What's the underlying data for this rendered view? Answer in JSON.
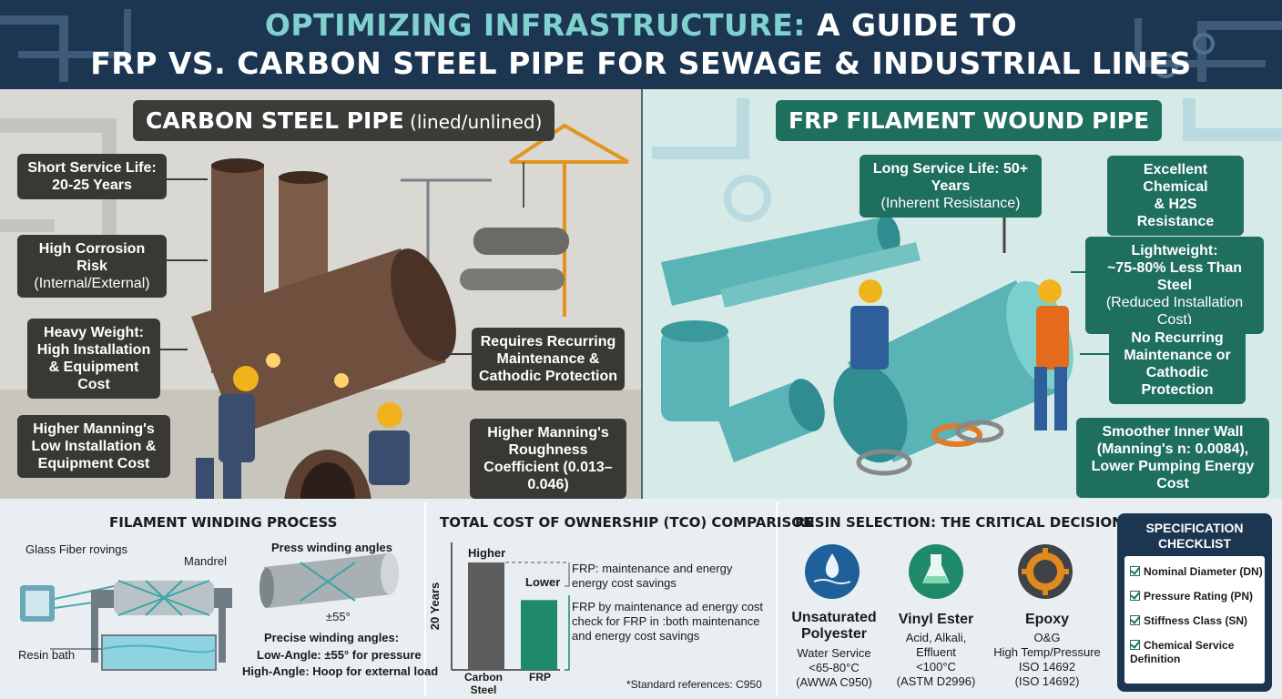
{
  "header": {
    "title_accent": "OPTIMIZING INFRASTRUCTURE:",
    "title_rest": " A GUIDE TO",
    "subtitle": "FRP VS. CARBON STEEL PIPE FOR SEWAGE & INDUSTRIAL LINES"
  },
  "carbon": {
    "title": "CARBON STEEL PIPE",
    "title_suffix": " (lined/unlined)",
    "callouts": [
      {
        "main": "Short Service Life:",
        "sub": "20-25 Years"
      },
      {
        "main": "High Corrosion Risk",
        "sub": "(Internal/External)"
      },
      {
        "main": "Heavy Weight:",
        "sub": "High Installation & Equipment Cost"
      },
      {
        "main": "Higher Manning's",
        "sub": "Low Installation & Equipment Cost"
      },
      {
        "main": "Requires Recurring",
        "sub": "Maintenance & Cathodic Protection"
      },
      {
        "main": "Higher Manning's",
        "sub": "Roughness Coefficient (0.013–0.046)"
      }
    ]
  },
  "frp": {
    "title": "FRP FILAMENT WOUND PIPE",
    "callouts": [
      {
        "main": "Long Service Life: 50+ Years",
        "sub": "(Inherent Resistance)"
      },
      {
        "main": "Excellent Chemical",
        "sub": "& H2S Resistance"
      },
      {
        "main": "Lightweight:",
        "sub": "~75-80% Less Than Steel",
        "note": "(Reduced Installation Cost)"
      },
      {
        "main": "No Recurring",
        "sub": "Maintenance or Cathodic Protection"
      },
      {
        "main": "Smoother Inner Wall",
        "sub": "(Manning's n: 0.0084),",
        "note": "Lower Pumping Energy Cost"
      }
    ]
  },
  "winding": {
    "title": "FILAMENT WINDING PROCESS",
    "glass_label": "Glass Fiber rovings",
    "mandrel_label": "Mandrel",
    "resin_label": "Resin bath",
    "angles_title": "Press winding angles",
    "angle_value": "±55°",
    "precise_title": "Precise winding angles:",
    "low_angle": "Low-Angle: ±55° for pressure",
    "high_angle": "High-Angle: Hoop for external load"
  },
  "tco": {
    "title": "TOTAL COST OF OWNERSHIP (TCO) COMPARISON",
    "ylabel": "20 Years",
    "higher_label": "Higher",
    "lower_label": "Lower",
    "note1": "FRP: maintenance and energy energy cost savings",
    "note2": "FRP by maintenance ad energy cost check for FRP in :both maintenance and energy cost savings",
    "reference": "*Standard references: C950",
    "colors": {
      "carbon": "#5d5d5d",
      "frp": "#1e8a6a"
    }
  },
  "chart_data": {
    "type": "bar",
    "categories": [
      "Carbon Steel",
      "FRP"
    ],
    "values": [
      100,
      65
    ],
    "title": "TOTAL COST OF OWNERSHIP (TCO) COMPARISON",
    "xlabel": "",
    "ylabel": "20 Years",
    "grid": false
  },
  "resin": {
    "title": "RESIN SELECTION: THE CRITICAL DECISION",
    "items": [
      {
        "name": "Unsaturated Polyester",
        "desc": [
          "Water Service",
          "<65-80°C",
          "(AWWA C950)"
        ],
        "icon": "water-drop-icon",
        "color": "#1f5f9a"
      },
      {
        "name": "Vinyl Ester",
        "desc": [
          "Acid, Alkali,",
          "Effluent",
          "<100°C",
          "(ASTM D2996)"
        ],
        "icon": "flask-icon",
        "color": "#1f8a6a"
      },
      {
        "name": "Epoxy",
        "desc": [
          "O&G",
          "High Temp/Pressure",
          "ISO 14692",
          "(ISO 14692)"
        ],
        "icon": "gear-icon",
        "color": "#e08a1e"
      }
    ]
  },
  "checklist": {
    "title": "SPECIFICATION CHECKLIST",
    "items": [
      "Nominal Diameter (DN)",
      "Pressure Rating (PN)",
      "Stiffness Class (SN)",
      "Chemical Service Definition"
    ]
  }
}
